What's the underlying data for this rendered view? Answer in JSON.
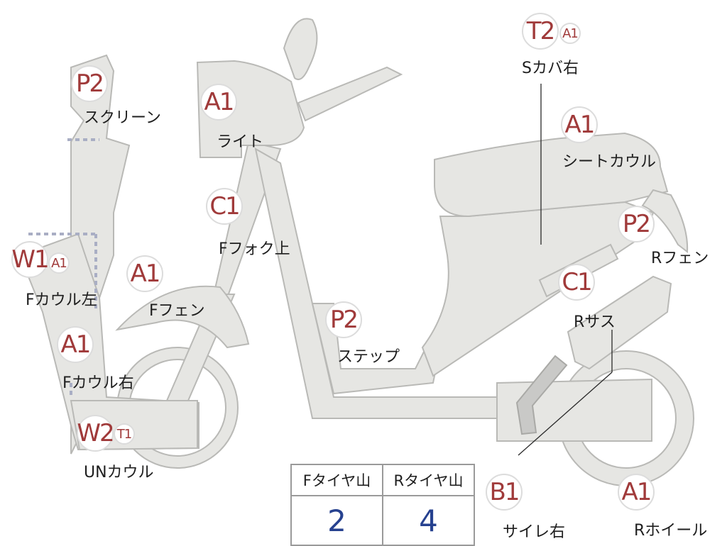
{
  "parts": {
    "screen": {
      "grade": "P2",
      "label": "スクリーン"
    },
    "light": {
      "grade": "A1",
      "label": "ライト"
    },
    "s_cover_right": {
      "grade": "T2",
      "sub_grade": "A1",
      "label": "Sカバ右"
    },
    "seat_cowl": {
      "grade": "A1",
      "label": "シートカウル"
    },
    "f_fork_upper": {
      "grade": "C1",
      "label": "Fフォク上"
    },
    "r_fender": {
      "grade": "P2",
      "label": "Rフェン"
    },
    "f_cowl_left": {
      "grade": "W1",
      "sub_grade": "A1",
      "label": "Fカウル左"
    },
    "f_fender": {
      "grade": "A1",
      "label": "Fフェン"
    },
    "r_suspension": {
      "grade": "C1",
      "label": "Rサス"
    },
    "step": {
      "grade": "P2",
      "label": "ステップ"
    },
    "f_cowl_right": {
      "grade": "A1",
      "label": "Fカウル右"
    },
    "un_cowl": {
      "grade": "W2",
      "sub_grade": "T1",
      "label": "UNカウル"
    },
    "muffler_right": {
      "grade": "B1",
      "label": "サイレ右"
    },
    "r_wheel": {
      "grade": "A1",
      "label": "Rホイール"
    }
  },
  "tire_table": {
    "headers": [
      "Fタイヤ山",
      "Rタイヤ山"
    ],
    "values": [
      "2",
      "4"
    ]
  },
  "colors": {
    "grade_text": "#a03a3a",
    "tire_value": "#26418f",
    "part_fill": "#e6e6e3"
  }
}
